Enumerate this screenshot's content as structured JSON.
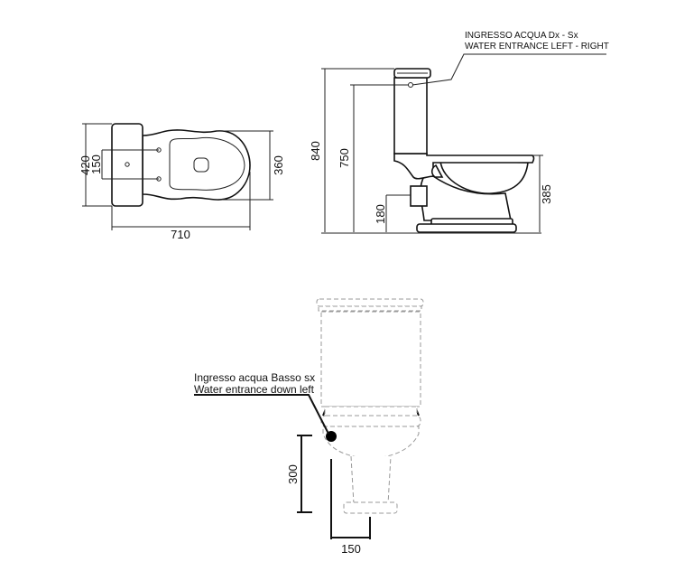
{
  "plan_view": {
    "dimensions": {
      "total_width": "420",
      "hole_spacing": "150",
      "bowl_width": "360",
      "total_length": "710"
    }
  },
  "side_view": {
    "inlet_label_it": "INGRESSO ACQUA Dx - Sx",
    "inlet_label_en": "WATER ENTRANCE LEFT - RIGHT",
    "dimensions": {
      "total_height": "840",
      "inlet_height": "750",
      "outlet_height": "180",
      "seat_height": "385"
    }
  },
  "front_view": {
    "inlet_label_it": "Ingresso acqua Basso sx",
    "inlet_label_en": "Water entrance down left",
    "dimensions": {
      "inlet_height": "300",
      "inlet_offset": "150"
    }
  }
}
